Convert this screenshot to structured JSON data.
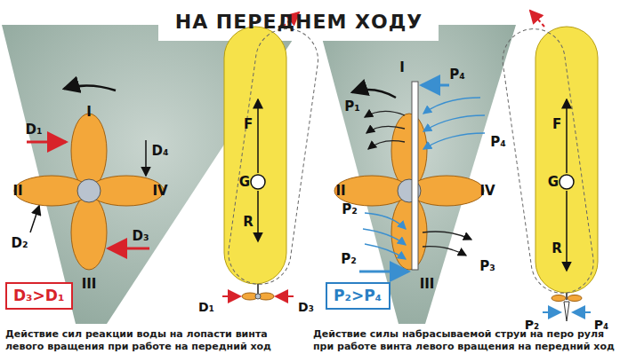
{
  "diagram": {
    "title": "НА ПЕРЕДНЕМ ХОДУ",
    "nodes": [
      {
        "text": [
          "D₃>D₁"
        ]
      },
      {
        "text": [
          "P₂>P₄"
        ]
      }
    ],
    "labels": [
      "I",
      "II",
      "III",
      "IV",
      "D₁",
      "D₂",
      "D₃",
      "D₄",
      "F",
      "G",
      "R",
      "D₁",
      "D₃",
      "I",
      "II",
      "III",
      "IV",
      "P₁",
      "P₄",
      "P₄",
      "P₂",
      "P₃",
      "P₂",
      "F",
      "G",
      "R",
      "P₂",
      "P₄",
      "Действие сил реакции воды на лопасти винта левого вращения при работе на передний ход",
      "Действие силы набрасываемой струи на перо руля при работе винта левого вращения на передний ход"
    ]
  }
}
